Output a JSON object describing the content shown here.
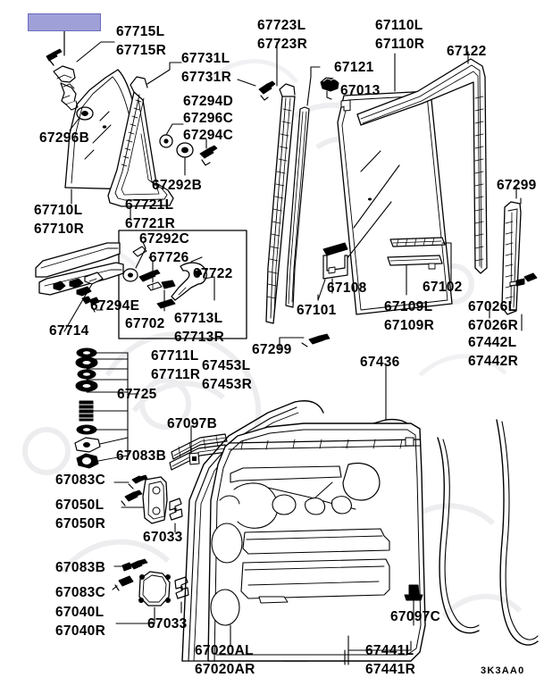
{
  "diagram": {
    "title_code": "3K3AA0",
    "background_color": "#ffffff",
    "line_color": "#000000",
    "highlight_color": "#9fa0d8",
    "highlight_border_color": "#6b6cc0"
  },
  "labels": {
    "l_67715": "67715L\n67715R",
    "l_67731": "67731L\n67731R",
    "l_67294D": "67294D",
    "l_67296C": "67296C",
    "l_67294C": "67294C",
    "l_67296B": "67296B",
    "l_67292B": "67292B",
    "l_67710": "67710L\n67710R",
    "l_67721": "67721L\n67721R",
    "l_67723": "67723L\n67723R",
    "l_67110": "67110L\n67110R",
    "l_67122": "67122",
    "l_67121": "67121",
    "l_67013": "67013",
    "l_67299_top": "67299",
    "l_67292C": "67292C",
    "l_67726": "67726",
    "l_67722": "67722",
    "l_67294E": "67294E",
    "l_67702": "67702",
    "l_67713": "67713L\n67713R",
    "l_67714": "67714",
    "l_67108": "67108",
    "l_67101": "67101",
    "l_67102": "67102",
    "l_67109": "67109L\n67109R",
    "l_67026": "67026L\n67026R",
    "l_67442": "67442L\n67442R",
    "l_67725": "67725",
    "l_67711": "67711L\n67711R",
    "l_67299_mid": "67299",
    "l_67436": "67436",
    "l_67453": "67453L\n67453R",
    "l_67097B": "67097B",
    "l_67083B_1": "67083B",
    "l_67083C_1": "67083C",
    "l_67050": "67050L\n67050R",
    "l_67033_1": "67033",
    "l_67083B_2": "67083B",
    "l_67083C_2": "67083C",
    "l_67040": "67040L\n67040R",
    "l_67033_2": "67033",
    "l_67020": "67020AL\n67020AR",
    "l_67097C": "67097C",
    "l_67441": "67441L\n67441R"
  }
}
